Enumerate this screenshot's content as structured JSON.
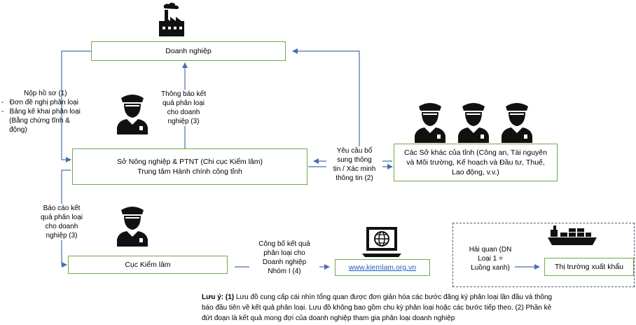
{
  "nodes": {
    "enterprise": "Doanh nghiệp",
    "provincial_dept": [
      "Sở Nông nghiệp & PTNT (Chi cục Kiểm lâm)",
      "Trung tâm Hành chính công tỉnh"
    ],
    "forest_dept": "Cục Kiểm lâm",
    "website": "www.kiemlam.org.vn",
    "other_depts": [
      "Các Sở khác của tỉnh (Công an, Tài nguyên",
      "và Môi trường, Kế hoạch và Đầu tư, Thuế,",
      "Lao động, v.v.)"
    ],
    "export_market": "Thị trường xuất khẩu"
  },
  "labels": {
    "submit": [
      "Nộp hồ sơ (1)",
      "-   Đơn đề nghị phân loại",
      "-   Bảng kê khai phân loại",
      "    (Bằng chứng tĩnh &",
      "    động)"
    ],
    "notify": [
      "Thông báo kết",
      "quả phân loại",
      "cho doanh",
      "nghiệp (3)"
    ],
    "report": [
      "Báo cáo kết",
      "quả phân loại",
      "cho doanh",
      "nghiệp (3)"
    ],
    "request": [
      "Yêu cầu bổ",
      "sung thông",
      "tin / Xác minh",
      "thông tin (2)"
    ],
    "publish": [
      "Công bố kết quả",
      "phân loại cho",
      "Doanh nghiệp",
      "Nhóm I (4)"
    ],
    "customs": [
      "Hải quan (DN",
      "Loại 1 =",
      "Luồng xanh)"
    ]
  },
  "note": {
    "prefix": "Lưu ý: (1)",
    "lines": [
      " Lưu đồ cung cấp cái nhìn tổng quan được đơn giản hóa các bước đăng ký phân loại lần đầu và thông",
      "báo đầu tiên về kết quả phân loại. Lưu đồ không bao gồm chu kỳ phân loại hoặc các bước tiếp theo. (2) Phần kẻ",
      "đứt đoạn là kết quả mong đợi của doanh nghiệp tham gia phân loại doanh nghiệp"
    ]
  },
  "icons": [
    "factory-icon",
    "officer-icon",
    "computer-globe-icon",
    "cargo-ship-icon"
  ],
  "colors": {
    "box_border": "#6faa4e",
    "arrow": "#4a6fb0",
    "dash_border": "#4a5a7a",
    "link": "#1f5fbf"
  }
}
